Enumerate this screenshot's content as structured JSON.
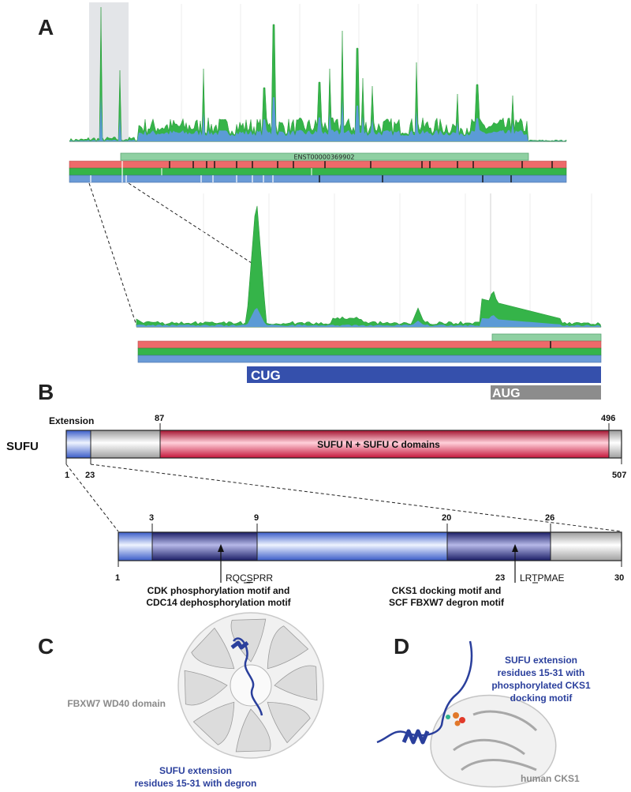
{
  "panels": {
    "a": "A",
    "b": "B",
    "c": "C",
    "d": "D"
  },
  "panel_a": {
    "transcript_label": "ENST00000369902",
    "cug_label": "CUG",
    "aug_label": "AUG"
  },
  "panel_b": {
    "protein_label": "SUFU",
    "extension_label": "Extension",
    "domain_label": "SUFU N + SUFU C domains",
    "full_positions": {
      "start": "1",
      "ext_end": "23",
      "domain_start": "87",
      "domain_end": "496",
      "end": "507"
    },
    "zoom_positions": {
      "start": "1",
      "m1_start": "3",
      "m1_end": "9",
      "m2_start": "20",
      "inner": "23",
      "m2_end": "26",
      "end": "30"
    },
    "motif1": {
      "seq_pre": "RQC",
      "seq_mark": "S",
      "seq_post": "PRR",
      "line1": "CDK phosphorylation motif and",
      "line2": "CDC14 dephosphorylation motif"
    },
    "motif2": {
      "seq_pre": "LR",
      "seq_mark": "T",
      "seq_post": "PMAE",
      "line1": "CKS1 docking motif and",
      "line2": "SCF FBXW7 degron motif"
    }
  },
  "panel_c": {
    "domain_label": "FBXW7 WD40 domain",
    "ext_line1": "SUFU extension",
    "ext_line2": "residues 15-31 with degron"
  },
  "panel_d": {
    "ext_line1": "SUFU extension",
    "ext_line2": "residues 15-31 with",
    "ext_line3": "phosphorylated CKS1",
    "ext_line4": "docking motif",
    "cks1_label": "human CKS1"
  },
  "colors": {
    "green": "#35b449",
    "blue_signal": "#5b9bd6",
    "red_track": "#ee6a6a",
    "transcript": "#8fd0a2",
    "cug_bar": "#3550ac",
    "aug_bar": "#8c8c8c",
    "domain_red": "#e8335a",
    "extension_blue": "#4a6fd0",
    "motif_navy": "#262a86",
    "grey_region": "#cfcfcf"
  }
}
